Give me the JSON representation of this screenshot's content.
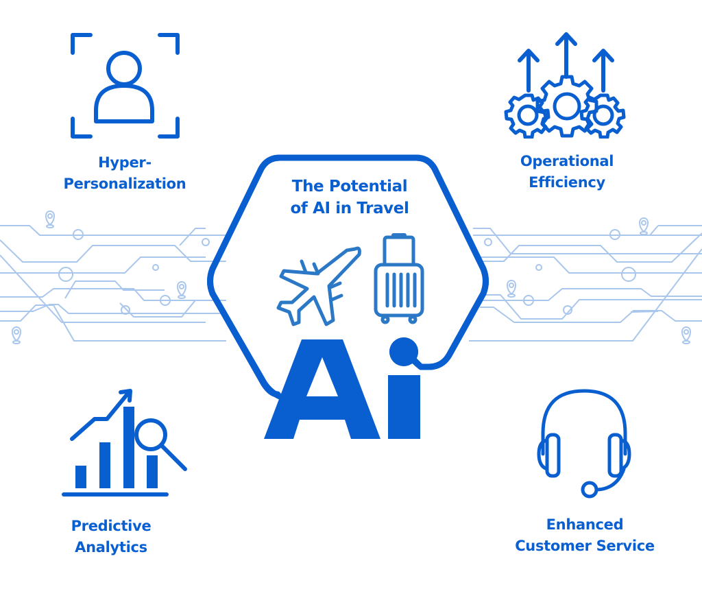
{
  "title": {
    "line1": "The Potential",
    "line2": "of AI in Travel"
  },
  "center_logo": {
    "text_A": "A",
    "text_i": "i",
    "icons": [
      "airplane-icon",
      "luggage-icon"
    ]
  },
  "features": [
    {
      "id": "hyper-personalization",
      "line1": "Hyper-",
      "line2": "Personalization",
      "icon": "user-focus-icon",
      "position": "top-left"
    },
    {
      "id": "operational-efficiency",
      "line1": "Operational",
      "line2": "Efficiency",
      "icon": "gears-arrows-icon",
      "position": "top-right"
    },
    {
      "id": "predictive-analytics",
      "line1": "Predictive",
      "line2": "Analytics",
      "icon": "bar-chart-magnifier-icon",
      "position": "bottom-left"
    },
    {
      "id": "enhanced-customer-service",
      "line1": "Enhanced",
      "line2": "Customer Service",
      "icon": "headset-icon",
      "position": "bottom-right"
    }
  ],
  "colors": {
    "primary_blue": "#0a5fd0",
    "icon_blue": "#2a78c6",
    "circuit_blue": "#a9c6ec",
    "background": "#ffffff"
  }
}
